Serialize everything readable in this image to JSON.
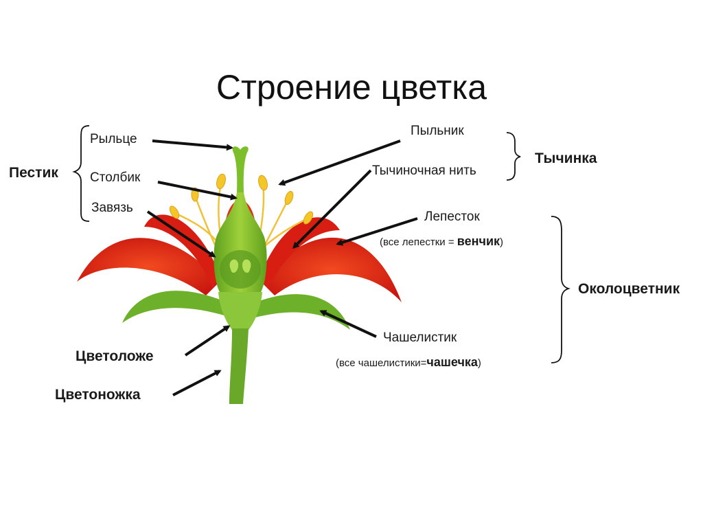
{
  "title": "Строение цветка",
  "labels": {
    "stigma": "Рыльце",
    "style": "Столбик",
    "ovary": "Завязь",
    "pistil": "Пестик",
    "anther": "Пыльник",
    "filament": "Тычиночная нить",
    "stamen": "Тычинка",
    "petal": "Лепесток",
    "petal_note_prefix": "(все лепестки = ",
    "petal_note_term": "венчик",
    "petal_note_suffix": ")",
    "perianth": "Околоцветник",
    "sepal": "Чашелистик",
    "sepal_note_prefix": "(все чашелистики=",
    "sepal_note_term": "чашечка",
    "sepal_note_suffix": ")",
    "receptacle": "Цветоложе",
    "peduncle": "Цветоножка"
  },
  "colors": {
    "petal": "#e8291c",
    "petal_dark": "#b51510",
    "green": "#7cbf2a",
    "green_dark": "#4a8a1a",
    "stamen": "#f5c62a",
    "arrow": "#111111"
  }
}
